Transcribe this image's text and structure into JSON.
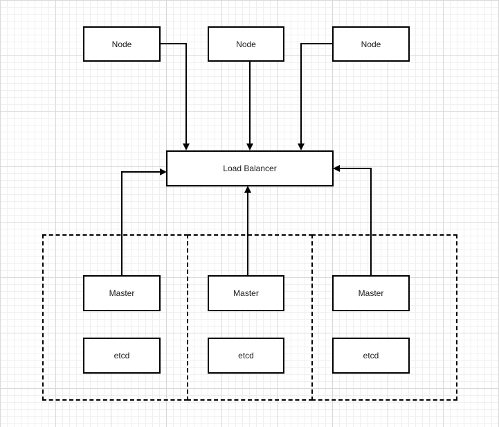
{
  "diagram": {
    "nodes": [
      "Node",
      "Node",
      "Node"
    ],
    "load_balancer": "Load Balancer",
    "masters": [
      "Master",
      "Master",
      "Master"
    ],
    "etcds": [
      "etcd",
      "etcd",
      "etcd"
    ],
    "line_color": "#000000",
    "grid_color": "#d9d9d9"
  }
}
